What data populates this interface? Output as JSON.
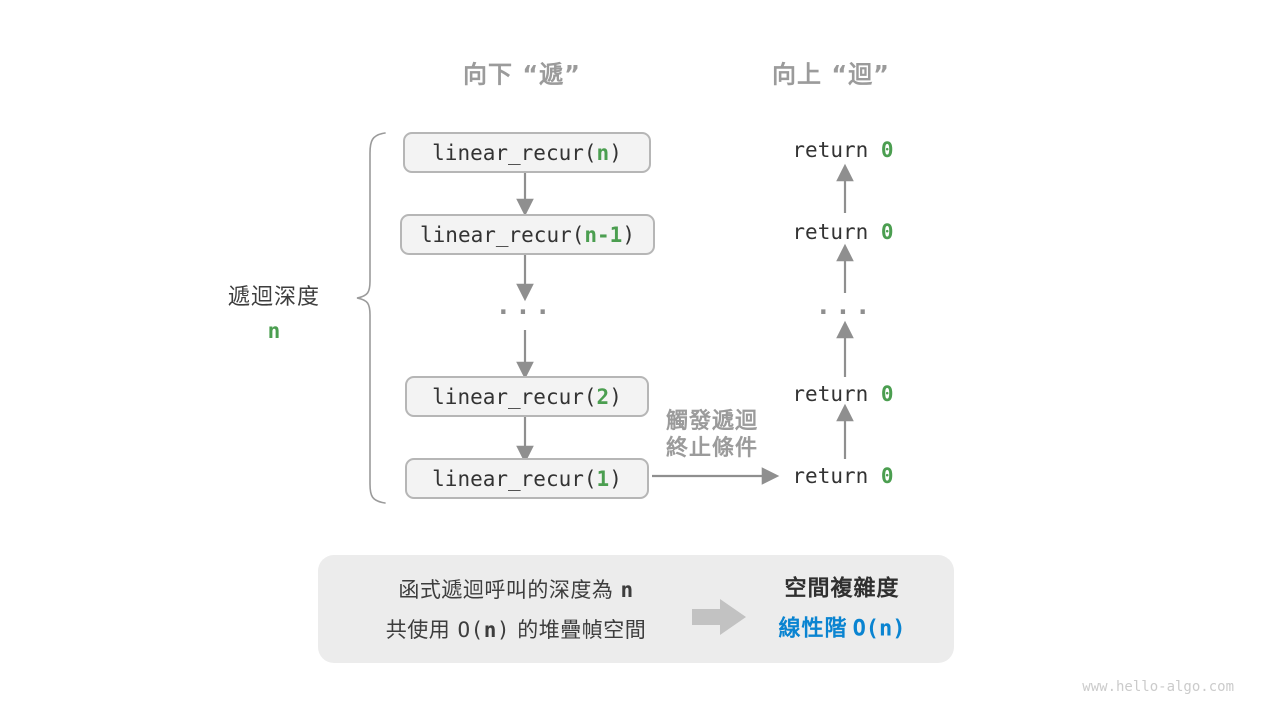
{
  "headers": {
    "down": "向下 “遞”",
    "up": "向上 “迴”"
  },
  "depth_label": {
    "text": "遞迴深度",
    "value": "n"
  },
  "down_column": {
    "boxes": [
      {
        "prefix": "linear_recur(",
        "arg": "n",
        "suffix": ")"
      },
      {
        "prefix": "linear_recur(",
        "arg": "n-1",
        "suffix": ")"
      },
      {
        "prefix": "linear_recur(",
        "arg": "2",
        "suffix": ")"
      },
      {
        "prefix": "linear_recur(",
        "arg": "1",
        "suffix": ")"
      }
    ],
    "ellipsis": "..."
  },
  "up_column": {
    "returns": [
      {
        "keyword": "return ",
        "value": "0"
      },
      {
        "keyword": "return ",
        "value": "0"
      },
      {
        "keyword": "return ",
        "value": "0"
      },
      {
        "keyword": "return ",
        "value": "0"
      }
    ],
    "ellipsis": "..."
  },
  "termination_note": {
    "line1": "觸發遞迴",
    "line2": "終止條件"
  },
  "summary": {
    "line1": {
      "text": "函式遞迴呼叫的深度為",
      "highlight": "n"
    },
    "line2": {
      "pre": "共使用",
      "code_open": "O(",
      "highlight": "n",
      "code_close": ")",
      "post": "的堆疊幀空間"
    },
    "arrow_icon": "block-arrow-right",
    "right": {
      "title": "空間複雜度",
      "result_label": "線性階",
      "result_code": "O(n)"
    }
  },
  "watermark": "www.hello-algo.com",
  "colors": {
    "green": "#4b9e50",
    "blue": "#0a84d1",
    "label_gray": "#9b9b9b",
    "arrow_gray": "#8f8f8f",
    "code_text": "#333333",
    "box_fill": "#f3f3f3",
    "box_border": "#b6b6b6",
    "summary_bg": "#ececec"
  }
}
